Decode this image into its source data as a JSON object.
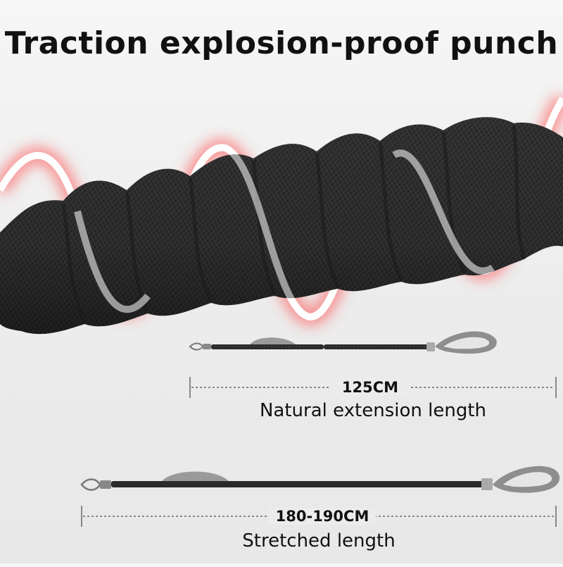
{
  "headline": "Traction explosion-proof punch",
  "natural": {
    "length": "125CM",
    "caption": "Natural extension length"
  },
  "stretched": {
    "length": "180-190CM",
    "caption": "Stretched length"
  },
  "colors": {
    "glow": "#ff4a4a",
    "webbing": "#2a2a2a",
    "handle": "#8e8e8e",
    "dimension_line": "#888888"
  }
}
